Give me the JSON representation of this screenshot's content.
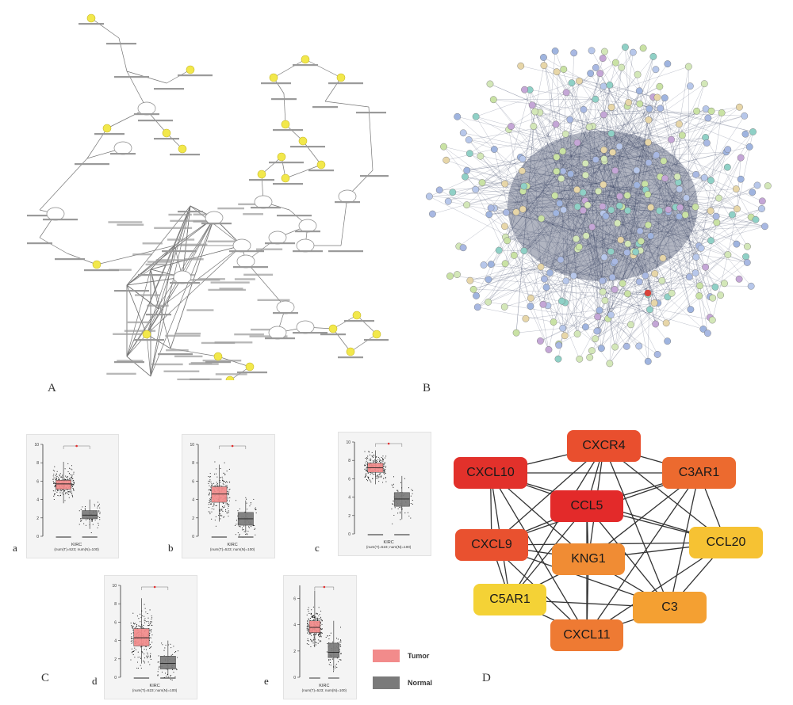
{
  "panel_letters": {
    "A": "A",
    "B": "B",
    "C": "C",
    "D": "D"
  },
  "sub_letters": {
    "a": "a",
    "b": "b",
    "c": "c",
    "d": "d",
    "e": "e"
  },
  "boxplots": [
    {
      "id": "a",
      "title": "KIRC",
      "subtitle": "(num(T)=523; num(N)=100)",
      "ymax": 10,
      "tumor": {
        "q1": 5.1,
        "median": 5.7,
        "q3": 6.1,
        "wlo": 3.6,
        "whi": 8.1
      },
      "normal": {
        "q1": 1.9,
        "median": 2.3,
        "q3": 2.8,
        "wlo": 0.8,
        "whi": 4.0
      }
    },
    {
      "id": "b",
      "title": "KIRC",
      "subtitle": "(num(T)=523; num(N)=100)",
      "ymax": 10,
      "tumor": {
        "q1": 3.7,
        "median": 4.6,
        "q3": 5.4,
        "wlo": 1.6,
        "whi": 7.8
      },
      "normal": {
        "q1": 1.2,
        "median": 1.9,
        "q3": 2.6,
        "wlo": 0.4,
        "whi": 3.9
      }
    },
    {
      "id": "c",
      "title": "KIRC",
      "subtitle": "(num(T)=523; num(N)=100)",
      "ymax": 10,
      "tumor": {
        "q1": 6.7,
        "median": 7.2,
        "q3": 7.7,
        "wlo": 5.4,
        "whi": 9.1
      },
      "normal": {
        "q1": 3.0,
        "median": 3.8,
        "q3": 4.5,
        "wlo": 1.6,
        "whi": 6.3
      }
    },
    {
      "id": "d",
      "title": "KIRC",
      "subtitle": "(num(T)=523; num(N)=100)",
      "ymax": 10,
      "tumor": {
        "q1": 3.4,
        "median": 4.3,
        "q3": 5.3,
        "wlo": 1.5,
        "whi": 8.6
      },
      "normal": {
        "q1": 0.9,
        "median": 1.5,
        "q3": 2.3,
        "wlo": 0.2,
        "whi": 4.0
      }
    },
    {
      "id": "e",
      "title": "KIRC",
      "subtitle": "(num(T)=523; num(N)=100)",
      "ymax": 7,
      "tumor": {
        "q1": 3.4,
        "median": 3.8,
        "q3": 4.3,
        "wlo": 2.4,
        "whi": 6.6
      },
      "normal": {
        "q1": 1.5,
        "median": 1.9,
        "q3": 2.6,
        "wlo": 0.5,
        "whi": 4.3
      }
    }
  ],
  "legend": {
    "tumor_label": "Tumor",
    "normal_label": "Normal",
    "tumor_color": "#f28b8b",
    "normal_color": "#7a7a7a"
  },
  "hub_genes": [
    {
      "name": "CXCR4",
      "color": "#e94f2e"
    },
    {
      "name": "CXCL10",
      "color": "#e2312b"
    },
    {
      "name": "C3AR1",
      "color": "#ec6a2f"
    },
    {
      "name": "CCL5",
      "color": "#e32a2a"
    },
    {
      "name": "CXCL9",
      "color": "#e9512f"
    },
    {
      "name": "KNG1",
      "color": "#f08c34"
    },
    {
      "name": "CCL20",
      "color": "#f6c233"
    },
    {
      "name": "C5AR1",
      "color": "#f4d236"
    },
    {
      "name": "C3",
      "color": "#f4a032"
    },
    {
      "name": "CXCL11",
      "color": "#ee7a33"
    }
  ],
  "colors": {
    "node_yellow": "#f2e84b",
    "edge_gray": "#555555",
    "hub_edge": "#333333"
  }
}
